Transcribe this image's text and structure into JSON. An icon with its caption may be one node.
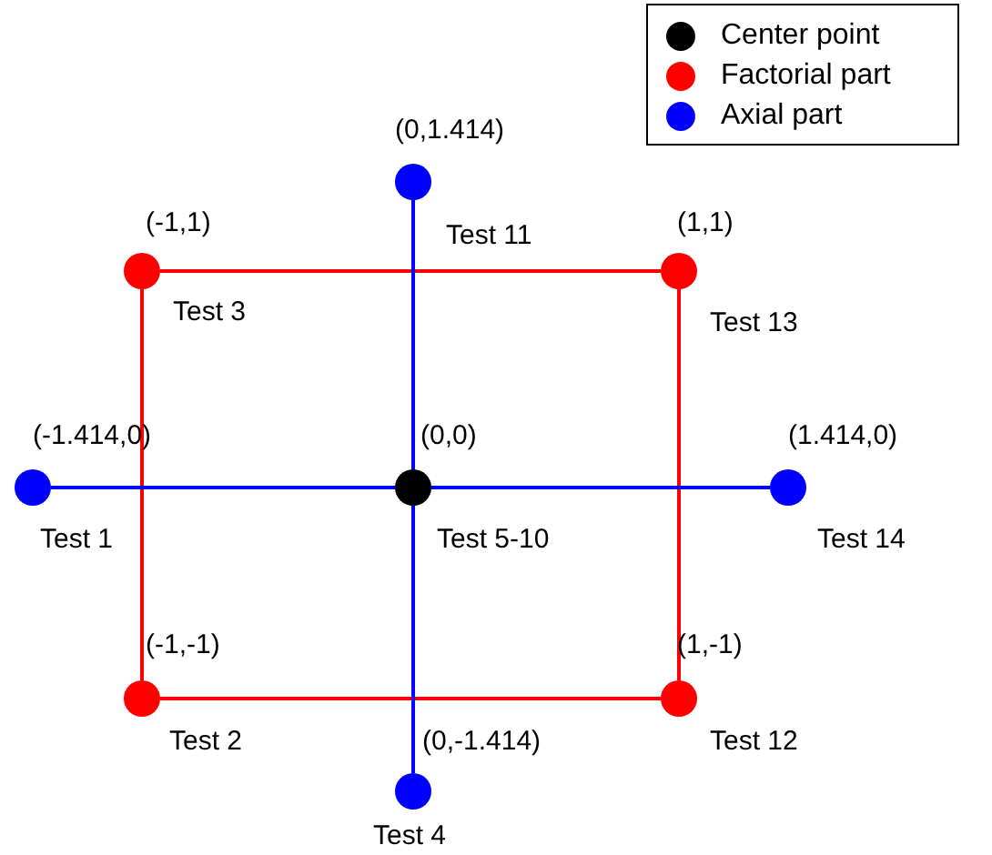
{
  "diagram": {
    "nodes": [
      {
        "text": [],
        "shape": "circle",
        "beside": [
          "(0,1.414)",
          "Test 11"
        ]
      },
      {
        "text": [],
        "shape": "circle",
        "beside": [
          "(-1,1)",
          "Test 3"
        ]
      },
      {
        "text": [],
        "shape": "circle",
        "beside": [
          "(1,1)",
          "Test 13"
        ]
      },
      {
        "text": [],
        "shape": "circle",
        "beside": [
          "(-1.414,0)",
          "Test 1"
        ]
      },
      {
        "text": [],
        "shape": "circle",
        "beside": [
          "(0,0)",
          "Test 5-10"
        ]
      },
      {
        "text": [],
        "shape": "circle",
        "beside": [
          "(1.414,0)",
          "Test 14"
        ]
      },
      {
        "text": [],
        "shape": "circle",
        "beside": [
          "(-1,-1)",
          "Test 2"
        ]
      },
      {
        "text": [],
        "shape": "circle",
        "beside": [
          "(1,-1)",
          "Test 12"
        ]
      },
      {
        "text": [],
        "shape": "circle",
        "beside": [
          "(0,-1.414)",
          "Test 4"
        ]
      }
    ],
    "edges": [
      {
        "from": 1,
        "to": 2,
        "arrow": "none",
        "color": "#ff0000"
      },
      {
        "from": 2,
        "to": 7,
        "arrow": "none",
        "color": "#ff0000"
      },
      {
        "from": 7,
        "to": 6,
        "arrow": "none",
        "color": "#ff0000"
      },
      {
        "from": 6,
        "to": 1,
        "arrow": "none",
        "color": "#ff0000"
      },
      {
        "from": 3,
        "to": 4,
        "arrow": "none",
        "color": "#0000ff"
      },
      {
        "from": 4,
        "to": 5,
        "arrow": "none",
        "color": "#0000ff"
      },
      {
        "from": 0,
        "to": 4,
        "arrow": "none",
        "color": "#0000ff"
      },
      {
        "from": 4,
        "to": 8,
        "arrow": "none",
        "color": "#0000ff"
      }
    ],
    "legend": [
      {
        "text": "Center point",
        "color": "#000000"
      },
      {
        "text": "Factorial part",
        "color": "#ff0000"
      },
      {
        "text": "Axial part",
        "color": "#0000ff"
      }
    ]
  }
}
